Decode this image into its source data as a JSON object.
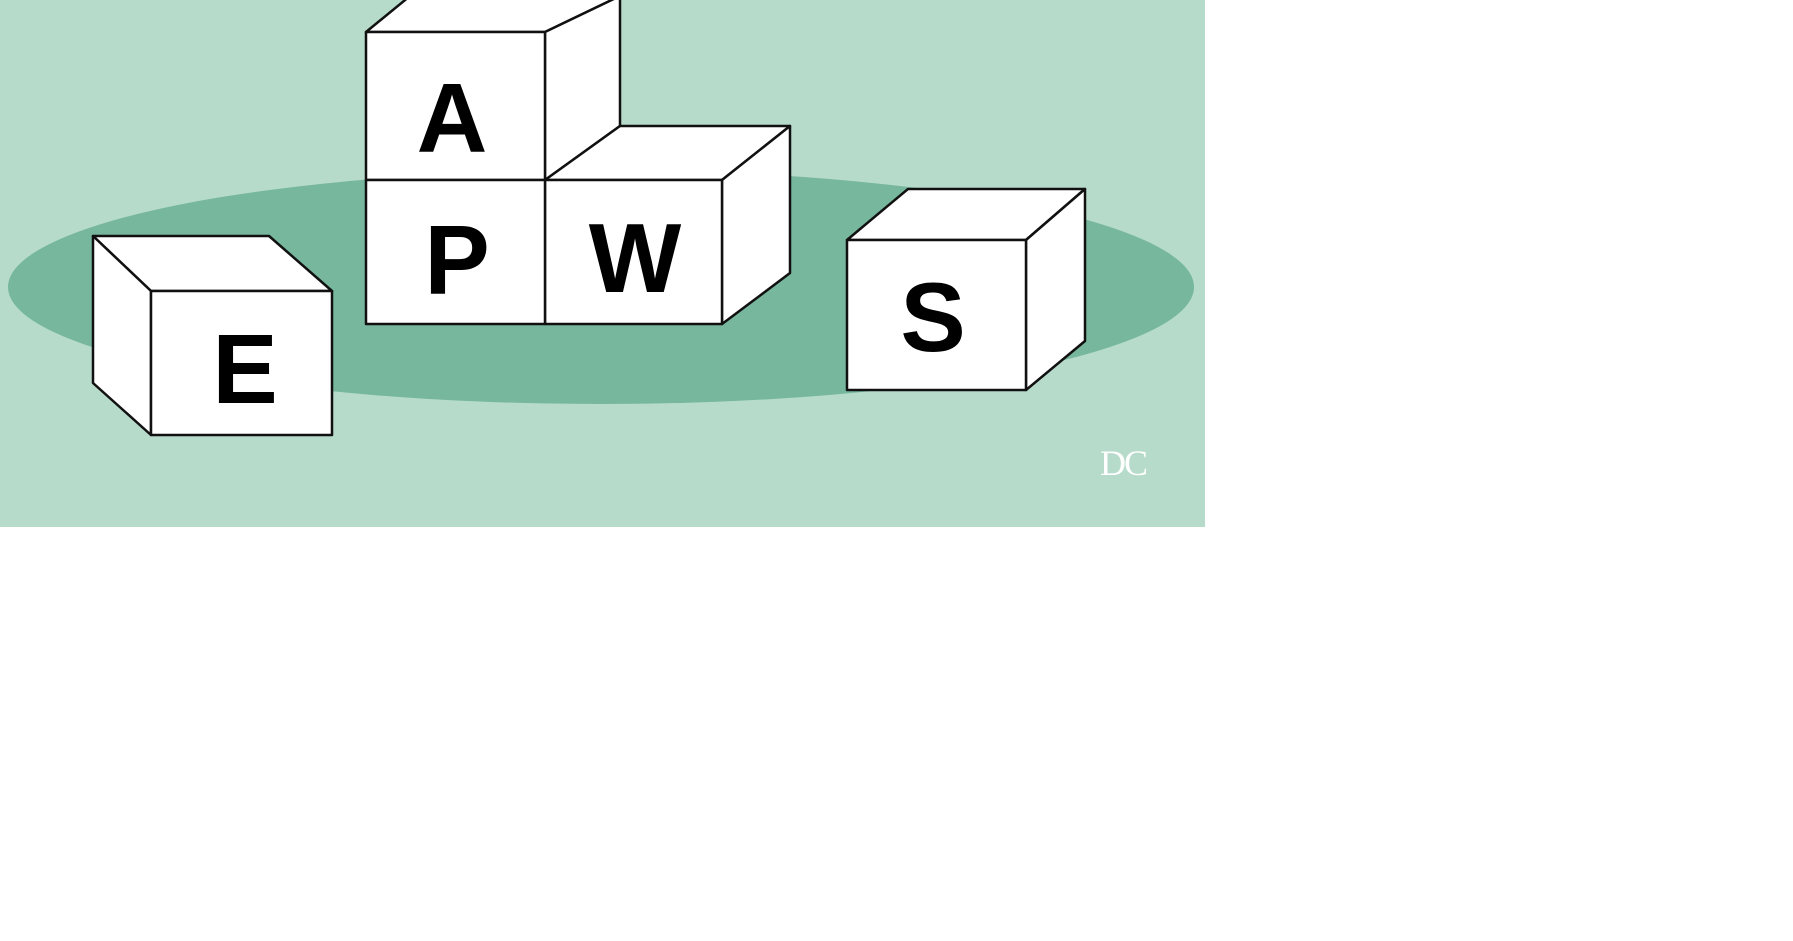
{
  "colors": {
    "background": "#ffffff",
    "panel": "#b6dbca",
    "ellipse": "#77b79d",
    "block_face": "#ffffff",
    "block_edge": "#111111",
    "letter": "#000000",
    "logo": "#ffffff"
  },
  "blocks": [
    {
      "id": "e",
      "letter": "E"
    },
    {
      "id": "p",
      "letter": "P"
    },
    {
      "id": "a",
      "letter": "A"
    },
    {
      "id": "w",
      "letter": "W"
    },
    {
      "id": "s",
      "letter": "S"
    }
  ],
  "logo": {
    "text": "DC"
  }
}
